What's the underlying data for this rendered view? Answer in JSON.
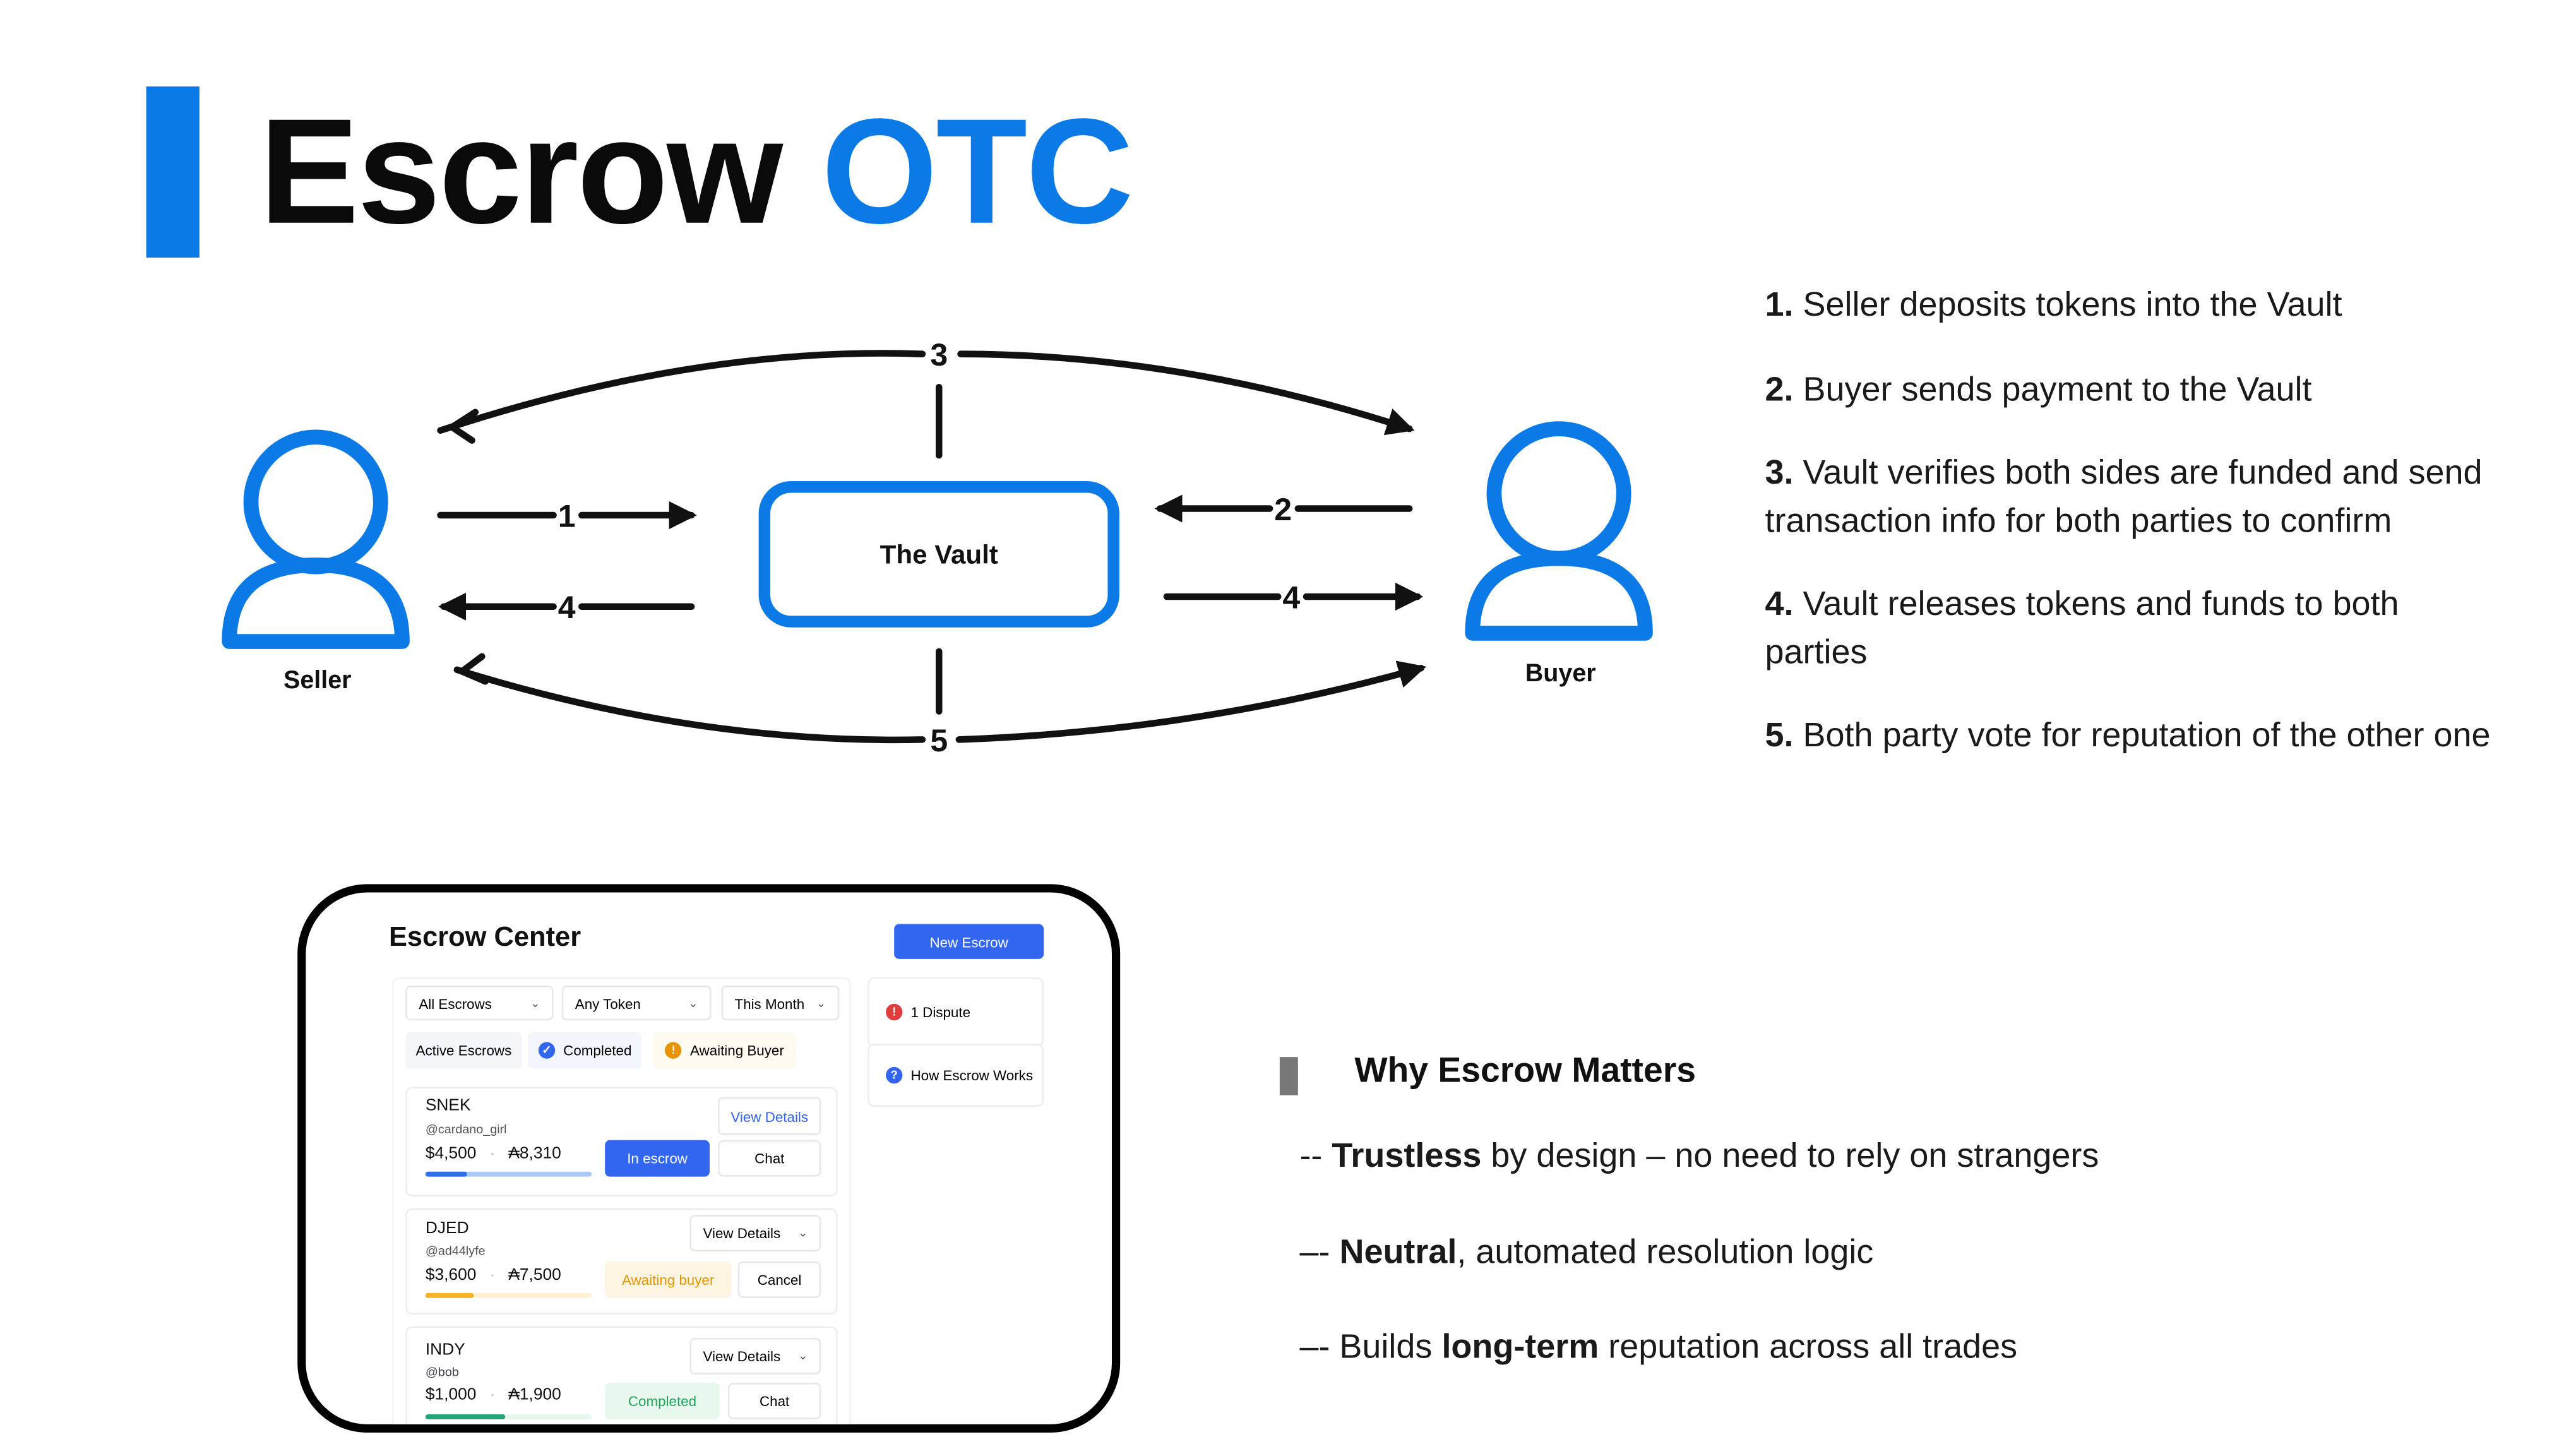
{
  "title": {
    "main": "Escrow",
    "accent": "OTC"
  },
  "colors": {
    "accent": "#0b7ae6",
    "button_blue": "#3366f0",
    "awaiting": "#e69500",
    "completed": "#22a55a",
    "dispute": "#e03e3e"
  },
  "diagram": {
    "vault_label": "The Vault",
    "seller_label": "Seller",
    "buyer_label": "Buyer",
    "arrow_labels": {
      "top": "3",
      "seller_to_vault": "1",
      "vault_to_seller": "4",
      "buyer_to_vault": "2",
      "vault_to_buyer": "4",
      "bottom": "5"
    }
  },
  "steps": [
    {
      "num": "1.",
      "text": "Seller deposits tokens into the Vault"
    },
    {
      "num": "2.",
      "text": "Buyer sends payment to the Vault"
    },
    {
      "num": "3.",
      "text": "Vault verifies both sides are funded and send transaction info for both parties to confirm"
    },
    {
      "num": "4.",
      "text": "Vault releases tokens and funds to both parties"
    },
    {
      "num": "5.",
      "text": "Both party vote for reputation of the other one"
    }
  ],
  "why": {
    "heading": "Why Escrow Matters",
    "bullets": [
      {
        "prefix": "-- ",
        "bold": "Trustless",
        "rest": " by design – no need to rely on strangers"
      },
      {
        "prefix": "–- ",
        "bold": "Neutral",
        "rest": ", automated resolution logic"
      },
      {
        "prefix": "–- Builds ",
        "bold": "long-term",
        "rest": " reputation across all trades"
      }
    ]
  },
  "escrow_center": {
    "title": "Escrow Center",
    "new_button": "New Escrow",
    "filters": [
      "All Escrows",
      "Any Token",
      "This Month"
    ],
    "chips": [
      "Active Escrows",
      "Completed",
      "Awaiting Buyer"
    ],
    "side": {
      "dispute": "1 Dispute",
      "how": "How Escrow Works"
    },
    "escrows": [
      {
        "token": "SNEK",
        "user": "@cardano_girl",
        "usd": "$4,500",
        "ada": "₳8,310",
        "details": "View Details",
        "status": "In escrow",
        "action": "Chat",
        "progress": 0.25
      },
      {
        "token": "DJED",
        "user": "@ad44lyfe",
        "usd": "$3,600",
        "ada": "₳7,500",
        "details": "View Details",
        "status": "Awaiting buyer",
        "action": "Cancel",
        "progress": 0.29
      },
      {
        "token": "INDY",
        "user": "@bob",
        "usd": "$1,000",
        "ada": "₳1,900",
        "details": "View Details",
        "status": "Completed",
        "action": "Chat",
        "progress": 0.48
      }
    ]
  }
}
